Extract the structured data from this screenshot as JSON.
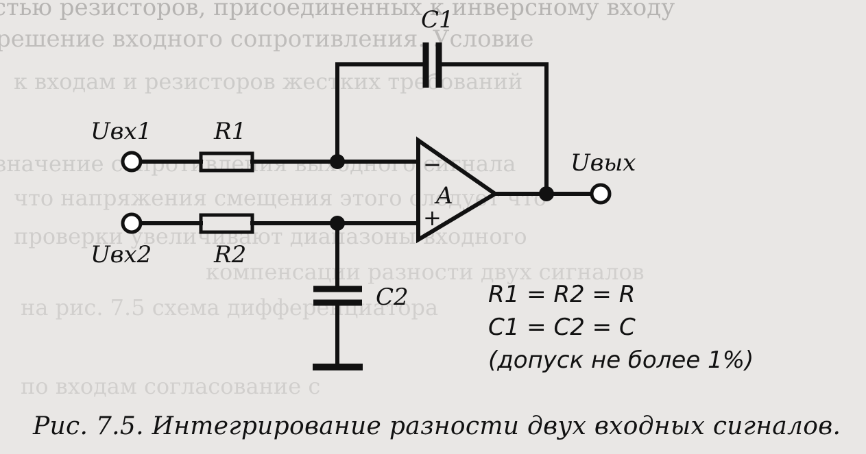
{
  "background_text": [
    "стью резисторов, присоединенных к инверсному входу",
    "решение входного сопротивления. Условие",
    "к входам и резисторов жестких требований",
    "значение сопротивления выходного сигнала",
    "что напряжения смещения этого следует что",
    "проверки увеличивают диапазоны входного",
    "компенсации разности двух сигналов",
    "на рис. 7.5 схема дифференциатора",
    "по входам согласование с"
  ],
  "diagram": {
    "labels": {
      "c1": "C1",
      "c2": "C2",
      "r1": "R1",
      "r2": "R2",
      "uin1": "Uвх1",
      "uin2": "Uвх2",
      "uout": "Uвых",
      "amp": "A",
      "minus": "−",
      "plus": "+"
    },
    "conditions": [
      "R1  =  R2  =  R",
      "C1  =  C2  =  C",
      "(допуск  не  более  1%)"
    ]
  },
  "caption": "Рис.  7.5.  Интегрирование  разности  двух  входных  сигналов."
}
